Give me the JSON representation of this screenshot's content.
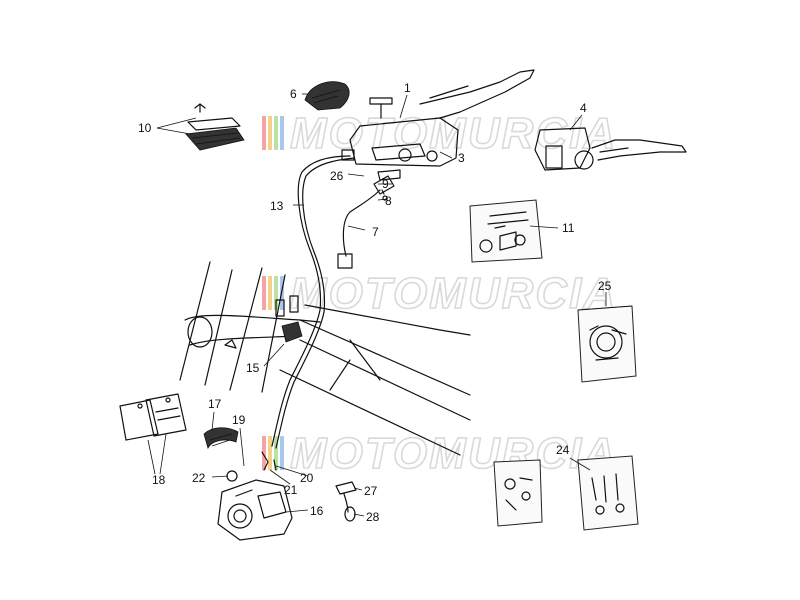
{
  "watermark": {
    "text": "MOTOMURCIA",
    "stripe_colors": [
      "#f5a3a3",
      "#f7d08a",
      "#b9e3a6",
      "#a8c8ee"
    ]
  },
  "callouts": [
    {
      "id": "1",
      "text": "1"
    },
    {
      "id": "3",
      "text": "3"
    },
    {
      "id": "4",
      "text": "4"
    },
    {
      "id": "6",
      "text": "6"
    },
    {
      "id": "7",
      "text": "7"
    },
    {
      "id": "8",
      "text": "8"
    },
    {
      "id": "9",
      "text": "9"
    },
    {
      "id": "10",
      "text": "10"
    },
    {
      "id": "11",
      "text": "11"
    },
    {
      "id": "13",
      "text": "13"
    },
    {
      "id": "15",
      "text": "15"
    },
    {
      "id": "16",
      "text": "16"
    },
    {
      "id": "17",
      "text": "17"
    },
    {
      "id": "18",
      "text": "18"
    },
    {
      "id": "19",
      "text": "19"
    },
    {
      "id": "20",
      "text": "20"
    },
    {
      "id": "21",
      "text": "21"
    },
    {
      "id": "22",
      "text": "22"
    },
    {
      "id": "24",
      "text": "24"
    },
    {
      "id": "25",
      "text": "25"
    },
    {
      "id": "26",
      "text": "26"
    },
    {
      "id": "27",
      "text": "27"
    },
    {
      "id": "28",
      "text": "28"
    }
  ]
}
